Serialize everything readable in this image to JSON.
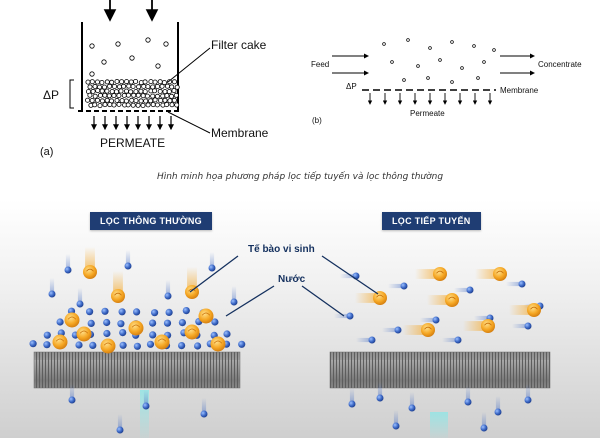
{
  "top": {
    "left_diagram": {
      "filter_cake_label": "Filter cake",
      "membrane_label": "Membrane",
      "permeate_label": "PERMEATE",
      "delta_p_label": "ΔP",
      "panel_letter": "(a)"
    },
    "right_diagram": {
      "feed_label": "Feed",
      "concentrate_label": "Concentrate",
      "membrane_label": "Membrane",
      "permeate_label": "Permeate",
      "delta_p_label": "ΔP",
      "panel_letter": "(b)"
    },
    "caption": "Hình minh họa phương pháp lọc tiếp tuyến và lọc thông thường"
  },
  "bottom": {
    "left_badge": "LỌC THÔNG THƯỜNG",
    "right_badge": "LỌC TIẾP TUYẾN",
    "microbe_label": "Tế bào vi sinh",
    "water_label": "Nước"
  },
  "colors": {
    "badge": "#1f3d73",
    "water_particle": "#3a66c4",
    "microbe": "#f5a623",
    "membrane": "#8a8a8a",
    "bg_gradient_top": "#ffffff",
    "bg_gradient_bottom": "#d2d2d2"
  }
}
